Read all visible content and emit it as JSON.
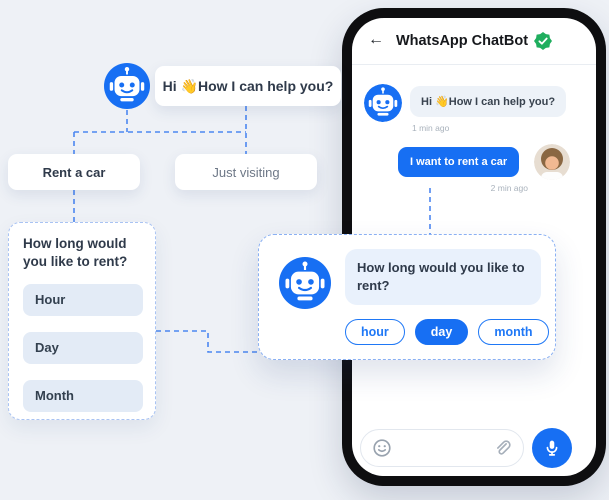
{
  "colors": {
    "accent": "#176ff3",
    "green": "#1fae5e",
    "dashed_line": "#4c87f0",
    "background": "#eef1f6"
  },
  "flow": {
    "greeting": "Hi 👋How I can help you?",
    "branches": [
      {
        "label": "Rent a car"
      },
      {
        "label": "Just visiting"
      }
    ],
    "question": {
      "title": "How long would you like to rent?",
      "options": [
        "Hour",
        "Day",
        "Month"
      ]
    }
  },
  "popup": {
    "question": "How long would you like to rent?",
    "options": [
      {
        "label": "hour",
        "selected": false
      },
      {
        "label": "day",
        "selected": true
      },
      {
        "label": "month",
        "selected": false
      }
    ]
  },
  "phone": {
    "back": "←",
    "title": "WhatsApp ChatBot",
    "messages": {
      "bot": {
        "text": "Hi 👋How I can help you?",
        "time": "1 min ago"
      },
      "user": {
        "text": "I want to rent a car",
        "time": "2 min ago"
      }
    }
  },
  "icons": {
    "verified_badge": "verified-badge-icon",
    "robot": "robot-avatar-icon",
    "smiley": "smiley-icon",
    "paperclip": "paperclip-icon",
    "mic": "mic-icon"
  }
}
